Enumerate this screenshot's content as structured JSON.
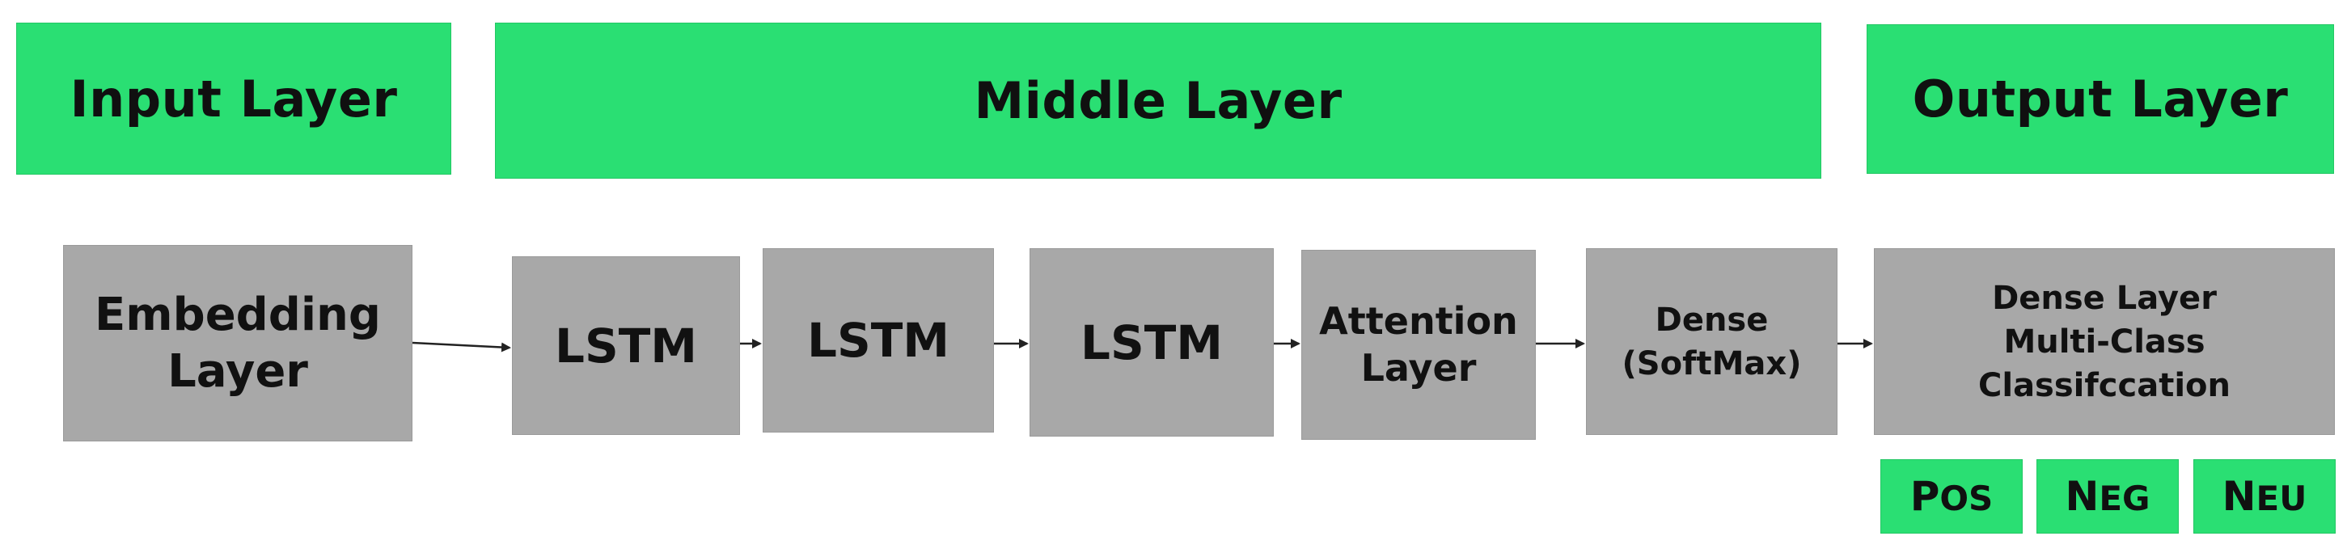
{
  "headers": {
    "input": "Input Layer",
    "middle": "Middle Layer",
    "output": "Output Layer"
  },
  "nodes": {
    "embedding": "Embedding\nLayer",
    "lstm1": "LSTM",
    "lstm2": "LSTM",
    "lstm3": "LSTM",
    "attention": "Attention\nLayer",
    "dense_softmax": "Dense\n(SoftMax)",
    "dense_multiclass": "Dense Layer\nMulti-Class\nClassifccation"
  },
  "classes": {
    "pos": {
      "first": "P",
      "rest": "OS"
    },
    "neg": {
      "first": "N",
      "rest": "EG"
    },
    "neu": {
      "first": "N",
      "rest": "EU"
    }
  },
  "colors": {
    "green": "#2ADF73",
    "gray": "#A8A8A8",
    "arrow": "#222222"
  }
}
